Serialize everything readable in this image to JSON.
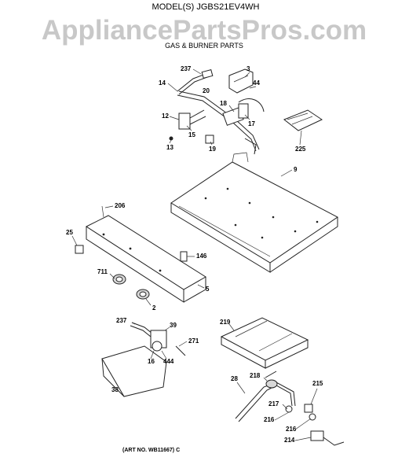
{
  "header": {
    "model": "MODEL(S) JGBS21EV4WH",
    "watermark": "AppliancePartsPros.com",
    "section_title": "GAS & BURNER PARTS"
  },
  "footer": {
    "art_number": "(ART NO. WB11667) C"
  },
  "callouts": [
    "237",
    "3",
    "14",
    "20",
    "44",
    "18",
    "12",
    "17",
    "15",
    "13",
    "19",
    "225",
    "9",
    "206",
    "25",
    "146",
    "711",
    "5",
    "2",
    "237",
    "39",
    "271",
    "444",
    "16",
    "38",
    "219",
    "218",
    "28",
    "215",
    "217",
    "216",
    "216",
    "214"
  ],
  "colors": {
    "ink": "#000000",
    "watermark": "#bfbfbf",
    "background": "#ffffff"
  }
}
